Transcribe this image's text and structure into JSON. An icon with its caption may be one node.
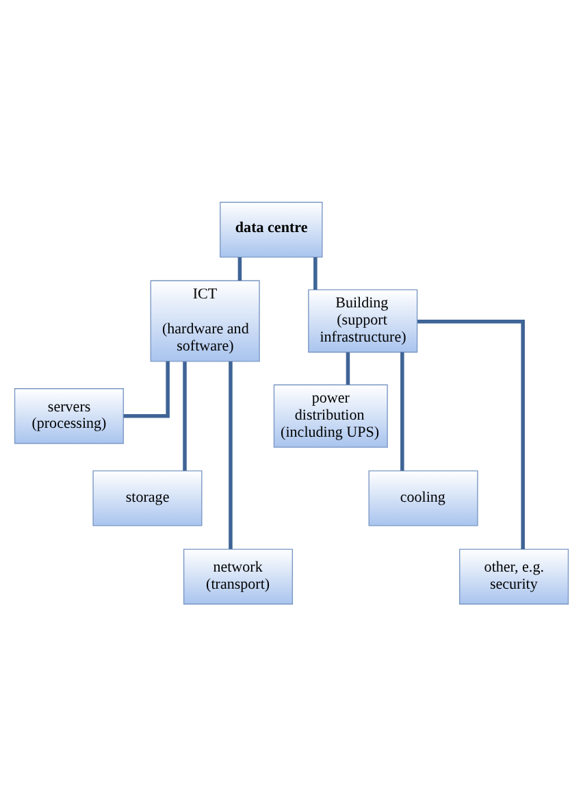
{
  "diagram": {
    "nodes": [
      {
        "text": [
          "data centre"
        ]
      },
      {
        "text": [
          "ICT",
          "(hardware and software)"
        ]
      },
      {
        "text": [
          "Building (support infrastructure)"
        ]
      },
      {
        "text": [
          "servers (processing)"
        ]
      },
      {
        "text": [
          "storage"
        ]
      },
      {
        "text": [
          "network (transport)"
        ]
      },
      {
        "text": [
          "power distribution (including UPS)"
        ]
      },
      {
        "text": [
          "cooling"
        ]
      },
      {
        "text": [
          "other, e.g. security"
        ]
      }
    ],
    "edges": [
      {
        "from": 0,
        "to": 1,
        "arrow": "none"
      },
      {
        "from": 0,
        "to": 2,
        "arrow": "none"
      },
      {
        "from": 1,
        "to": 3,
        "arrow": "none"
      },
      {
        "from": 1,
        "to": 4,
        "arrow": "none"
      },
      {
        "from": 1,
        "to": 5,
        "arrow": "none"
      },
      {
        "from": 2,
        "to": 6,
        "arrow": "none"
      },
      {
        "from": 2,
        "to": 7,
        "arrow": "none"
      },
      {
        "from": 2,
        "to": 8,
        "arrow": "none"
      }
    ]
  }
}
